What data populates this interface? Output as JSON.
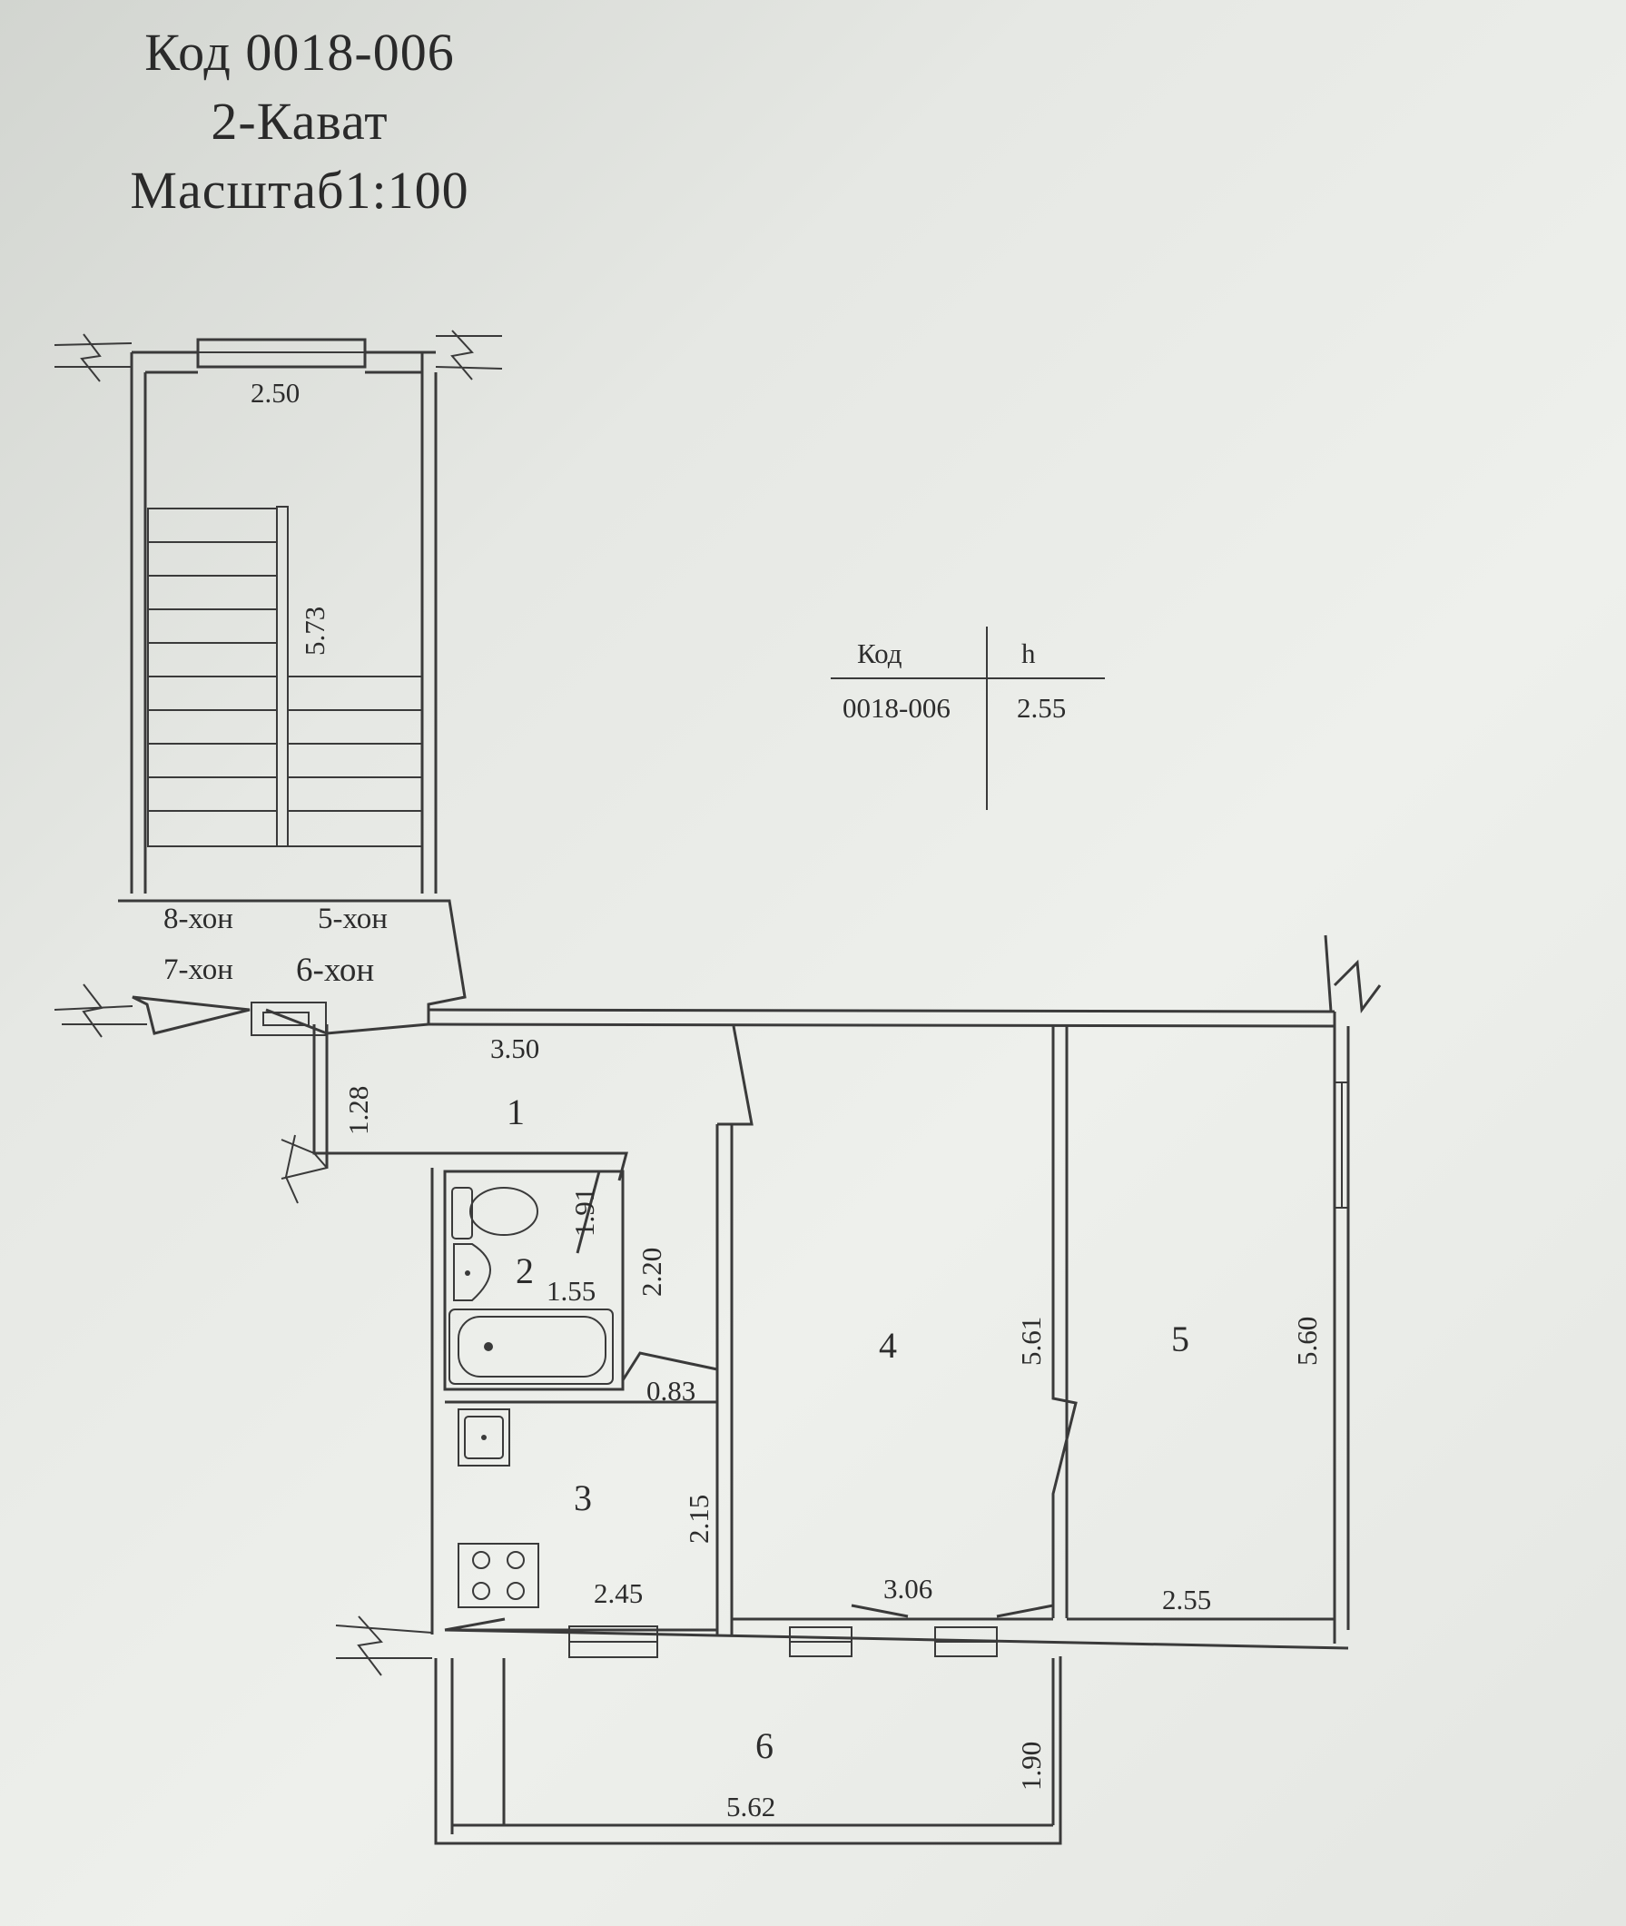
{
  "header": {
    "code_line": "Код 0018-006",
    "floor_line": "2-Кават",
    "scale_line": "Масштаб1:100"
  },
  "legend": {
    "col_code": "Код",
    "col_height": "h",
    "row_code": "0018-006",
    "row_height": "2.55"
  },
  "staircase": {
    "width_dim": "2.50",
    "length_dim": "5.73",
    "flats": [
      "8-хон",
      "5-хон",
      "7-хон",
      "6-хон"
    ]
  },
  "rooms": [
    {
      "number": "1"
    },
    {
      "number": "2"
    },
    {
      "number": "3"
    },
    {
      "number": "4"
    },
    {
      "number": "5"
    },
    {
      "number": "6"
    }
  ],
  "dimensions": {
    "hall_length": "3.50",
    "hall_width": "1.28",
    "bath_a": "1.91",
    "bath_b": "1.55",
    "bath_c": "2.20",
    "corridor": "0.83",
    "kitchen_h": "2.15",
    "kitchen_w": "2.45",
    "room4_w": "3.06",
    "room4_h": "5.61",
    "room5_h": "5.60",
    "room5_w": "2.55",
    "balcony_h": "1.90",
    "balcony_w": "5.62"
  }
}
